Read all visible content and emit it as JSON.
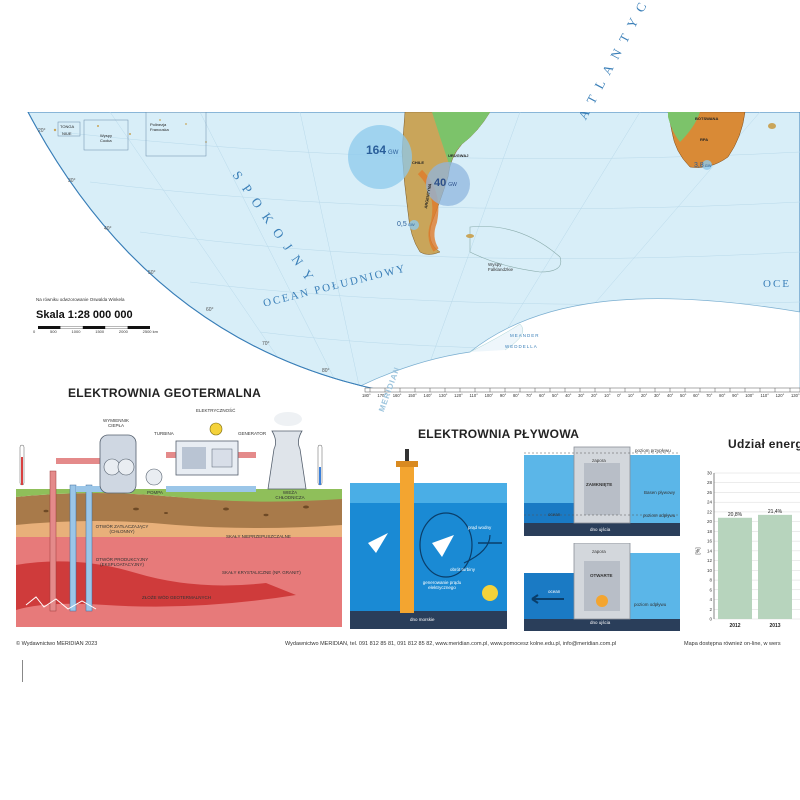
{
  "map": {
    "ocean_pacific": "S P O K O J N Y",
    "ocean_atlantic": "A T L A N T Y C K I",
    "ocean_southern": "OCEAN POŁUDNIOWY",
    "ocean_partial_right": "OCE",
    "bubbles": [
      {
        "value": "164",
        "unit": "GW"
      },
      {
        "value": "40",
        "unit": "GW"
      },
      {
        "value": "0,5",
        "unit": "GW"
      },
      {
        "value": "3,8",
        "unit": "GW"
      }
    ],
    "country_labels": [
      "BOTSWANA",
      "RPA",
      "ARGENTYNA",
      "URUGWAJ",
      "CHILE"
    ],
    "island_labels": [
      "TONGA",
      "NIUE",
      "Wyspy Cooka",
      "Polinezja Francuska"
    ],
    "other_labels": [
      "MEANDER",
      "WEDDELLA",
      "Wyspy Falklandzkie"
    ],
    "lat_labels": [
      "20°",
      "30°",
      "40°",
      "50°",
      "60°",
      "70°",
      "80°"
    ],
    "lon_labels": [
      "180°",
      "170°",
      "160°",
      "150°",
      "140°",
      "130°",
      "120°",
      "110°",
      "100°",
      "90°",
      "80°",
      "70°",
      "60°",
      "50°",
      "40°",
      "30°",
      "20°",
      "10°",
      "0°",
      "10°",
      "20°",
      "30°",
      "40°",
      "50°",
      "60°",
      "70°",
      "80°",
      "90°",
      "100°",
      "110°",
      "120°",
      "130°"
    ],
    "watermark": "MERIDIAN"
  },
  "scale": {
    "note": "Na równiku odwzorowanie Oswalda Winkela",
    "title": "Skala 1:28 000 000",
    "ticks": [
      "0",
      "500",
      "1000",
      "1500",
      "2000",
      "2500 km"
    ]
  },
  "geothermal": {
    "title": "ELEKTROWNIA GEOTERMALNA",
    "labels": {
      "exchanger": "WYMIENNIK CIEPŁA",
      "electricity": "ELEKTRYCZNOŚĆ",
      "turbine": "TURBINA",
      "generator": "GENERATOR",
      "pump": "POMPA",
      "tower": "WIEŻA CHŁODNICZA",
      "injection": "OTWÓR ZATŁACZAJĄCY (CHŁONNY)",
      "production": "OTWÓR PRODUKCYJNY (EKSPLOATACYJNY)",
      "impermeable": "SKAŁY NIEPRZEPUSZCZALNE",
      "crystalline": "SKAŁY KRYSTALICZNE (NP. GRANIT)",
      "deposit": "ZŁOŻE WÓD GEOTERMALNYCH"
    }
  },
  "tidal": {
    "title": "ELEKTROWNIA PŁYWOWA",
    "labels": {
      "current": "prąd wodny",
      "rotation": "obrót turbiny",
      "generating": "generowanie prądu elektrycznego",
      "seabed": "dno morskie",
      "high_tide": "poziom przypływu",
      "dam": "zapora",
      "closed": "ZAMKNIĘTE",
      "basin": "Basen pływowy",
      "low_tide": "poziom odpływu",
      "ocean": "ocean",
      "estuary_bed": "dno ujścia",
      "open": "OTWARTE"
    }
  },
  "share_chart": {
    "title_partial": "Udział energ",
    "ylabel": "[%]",
    "bar_color": "#b7d4bd"
  },
  "chart_data": {
    "type": "bar",
    "title": "Udział energ",
    "ylabel": "[%]",
    "categories": [
      "2012",
      "2013"
    ],
    "values": [
      20.8,
      21.4
    ],
    "value_labels": [
      "20,8%",
      "21,4%"
    ],
    "yticks": [
      "0",
      "2",
      "4",
      "6",
      "8",
      "10",
      "12",
      "14",
      "16",
      "18",
      "20",
      "22",
      "24",
      "26",
      "28",
      "30"
    ],
    "ylim": [
      0,
      30
    ],
    "grid": true
  },
  "footer": {
    "left": "© Wydawnictwo MERIDIAN 2023",
    "center": "Wydawnictwo MERIDIAN, tel. 091 812 85 81, 091 812 85 82, www.meridian.com.pl, www.pomocesz kolne.edu.pl, info@meridian.com.pl",
    "right": "Mapa dostępna również on-line, w wers"
  }
}
